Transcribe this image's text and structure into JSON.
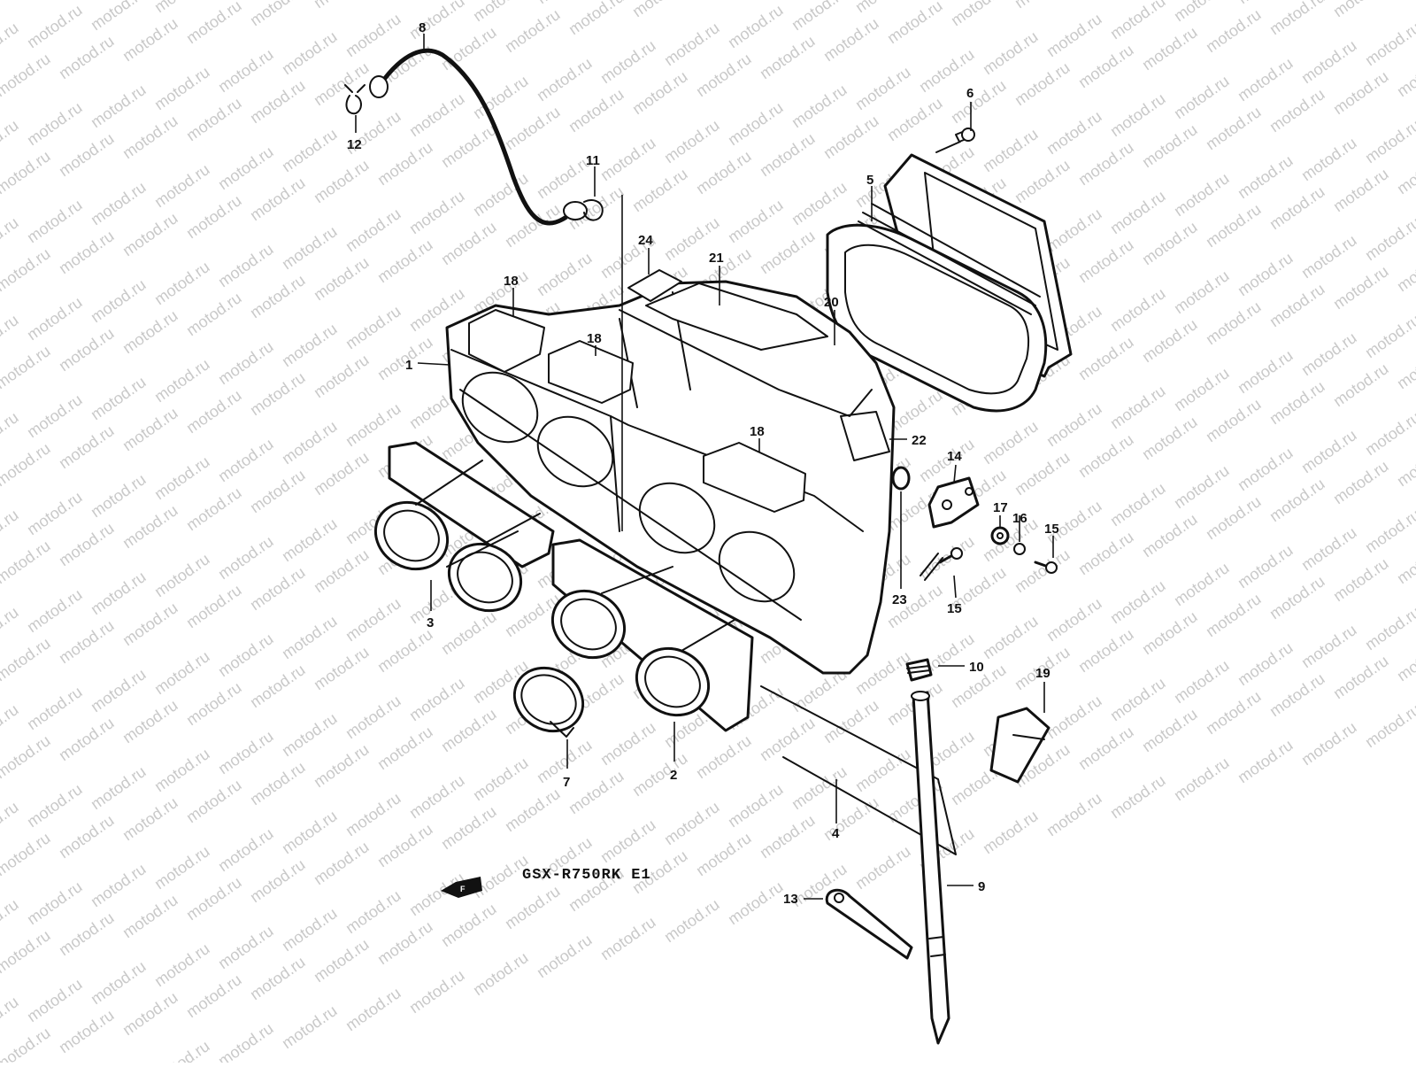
{
  "watermark": {
    "text": "motod.ru",
    "color": "#c9c9c9"
  },
  "model_label": "GSX-R750RK E1",
  "front_arrow": {
    "text": "F"
  },
  "callouts": [
    {
      "id": "p1",
      "text": "1"
    },
    {
      "id": "p2",
      "text": "2"
    },
    {
      "id": "p3",
      "text": "3"
    },
    {
      "id": "p4",
      "text": "4"
    },
    {
      "id": "p5",
      "text": "5"
    },
    {
      "id": "p6",
      "text": "6"
    },
    {
      "id": "p7",
      "text": "7"
    },
    {
      "id": "p8",
      "text": "8"
    },
    {
      "id": "p9",
      "text": "9"
    },
    {
      "id": "p10",
      "text": "10"
    },
    {
      "id": "p11",
      "text": "11"
    },
    {
      "id": "p12",
      "text": "12"
    },
    {
      "id": "p13",
      "text": "13"
    },
    {
      "id": "p14",
      "text": "14"
    },
    {
      "id": "p15a",
      "text": "15"
    },
    {
      "id": "p15b",
      "text": "15"
    },
    {
      "id": "p16",
      "text": "16"
    },
    {
      "id": "p17",
      "text": "17"
    },
    {
      "id": "p18a",
      "text": "18"
    },
    {
      "id": "p18b",
      "text": "18"
    },
    {
      "id": "p18c",
      "text": "18"
    },
    {
      "id": "p19",
      "text": "19"
    },
    {
      "id": "p20",
      "text": "20"
    },
    {
      "id": "p21",
      "text": "21"
    },
    {
      "id": "p22",
      "text": "22"
    },
    {
      "id": "p23",
      "text": "23"
    },
    {
      "id": "p24",
      "text": "24"
    }
  ]
}
